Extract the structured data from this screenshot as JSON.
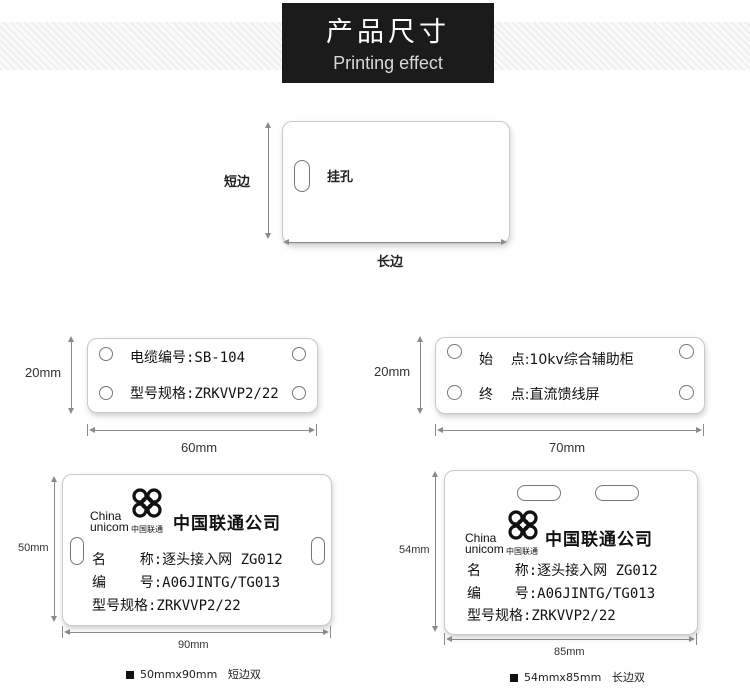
{
  "header": {
    "title": "产品尺寸",
    "subtitle": "Printing effect"
  },
  "diagram": {
    "short_side": "短边",
    "hang_hole": "挂孔",
    "long_side": "长边"
  },
  "tag_cable": {
    "height": "20mm",
    "width": "60mm",
    "line1": "电缆编号:SB-104",
    "line2": "型号规格:ZRKVVP2/22"
  },
  "tag_cabinet": {
    "height": "20mm",
    "width": "70mm",
    "line1": "始    点:10kv综合辅助柜",
    "line2": "终    点:直流馈线屏"
  },
  "unicom_logo": {
    "en1": "China",
    "en2": "unicom",
    "en2_zh": "中国联通",
    "name": "中国联通公司"
  },
  "tag_90": {
    "height": "50mm",
    "width": "90mm",
    "line1": "名    称:逐头接入网 ZG012",
    "line2": "编    号:A06JINTG/TG013",
    "line3": "型号规格:ZRKVVP2/22",
    "caption_size": "50mmx90mm",
    "caption_note": "短边双"
  },
  "tag_85": {
    "height": "54mm",
    "width": "85mm",
    "line1": "名    称:逐头接入网 ZG012",
    "line2": "编    号:A06JINTG/TG013",
    "line3": "型号规格:ZRKVVP2/22",
    "caption_size": "54mmx85mm",
    "caption_note": "长边双"
  }
}
